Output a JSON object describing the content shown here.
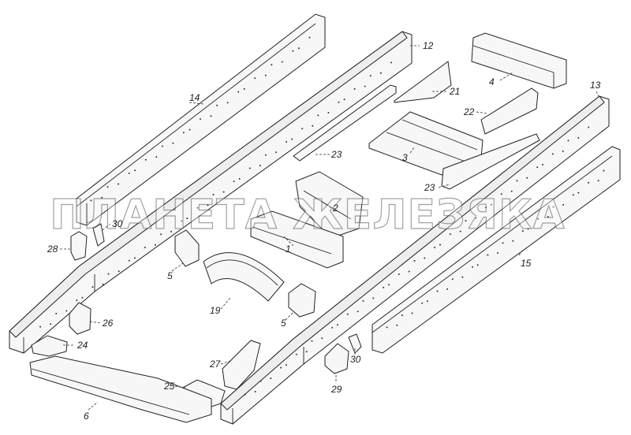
{
  "watermark": "ПЛАНЕТА ЖЕЛЕЗЯКА",
  "callouts": [
    {
      "id": "c14",
      "text": "14"
    },
    {
      "id": "c12",
      "text": "12"
    },
    {
      "id": "c4",
      "text": "4"
    },
    {
      "id": "c13",
      "text": "13"
    },
    {
      "id": "c21",
      "text": "21"
    },
    {
      "id": "c22",
      "text": "22"
    },
    {
      "id": "c3",
      "text": "3"
    },
    {
      "id": "c23a",
      "text": "23"
    },
    {
      "id": "c23b",
      "text": "23"
    },
    {
      "id": "c2",
      "text": "2"
    },
    {
      "id": "c30a",
      "text": "30"
    },
    {
      "id": "c28",
      "text": "28"
    },
    {
      "id": "c1",
      "text": "1"
    },
    {
      "id": "c5a",
      "text": "5"
    },
    {
      "id": "c15",
      "text": "15"
    },
    {
      "id": "c19",
      "text": "19"
    },
    {
      "id": "c5b",
      "text": "5"
    },
    {
      "id": "c26",
      "text": "26"
    },
    {
      "id": "c24",
      "text": "24"
    },
    {
      "id": "c27",
      "text": "27"
    },
    {
      "id": "c30b",
      "text": "30"
    },
    {
      "id": "c25",
      "text": "25"
    },
    {
      "id": "c29",
      "text": "29"
    },
    {
      "id": "c6",
      "text": "6"
    }
  ]
}
